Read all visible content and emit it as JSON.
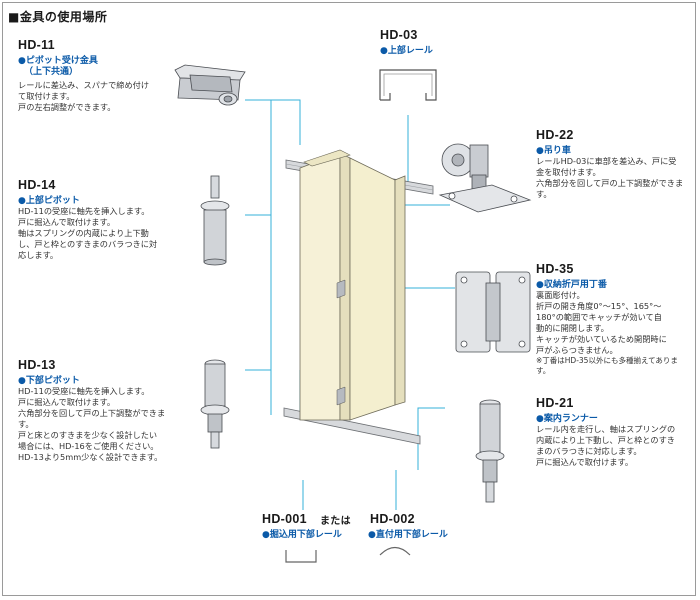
{
  "title": "■金具の使用場所",
  "colors": {
    "accent": "#0b5aa8",
    "callout": "#35b1d9",
    "panel": "#f4efcf",
    "metal": "#c8ccd2"
  },
  "parts": {
    "hd11": {
      "code": "HD-11",
      "name": "●ピボット受け金具",
      "name2": "（上下共通）",
      "desc": [
        "レールに差込み、スパナで締め付け",
        "て取付けます。",
        "戸の左右調整ができます。"
      ]
    },
    "hd03": {
      "code": "HD-03",
      "name": "●上部レール"
    },
    "hd22": {
      "code": "HD-22",
      "name": "●吊り車",
      "desc": [
        "レールHD-03に車部を差込み、戸に受",
        "金を取付けます。",
        "六角部分を回して戸の上下調整ができま",
        "す。"
      ]
    },
    "hd14": {
      "code": "HD-14",
      "name": "●上部ピボット",
      "desc": [
        "HD-11の受座に軸先を挿入します。",
        "戸に掘込んで取付けます。",
        "軸はスプリングの内蔵により上下動",
        "し、戸と枠とのすきまのバラつきに対",
        "応します。"
      ]
    },
    "hd35": {
      "code": "HD-35",
      "name": "●収納折戸用丁番",
      "desc": [
        "裏面彫付け。",
        "折戸の開き角度0°～15°、165°～",
        "180°の範囲でキャッチが効いて自",
        "動的に開閉します。",
        "キャッチが効いているため開閉時に",
        "戸がふらつきません。"
      ],
      "note": "※丁番はHD-35以外にも多種揃えてあります。"
    },
    "hd13": {
      "code": "HD-13",
      "name": "●下部ピボット",
      "desc": [
        "HD-11の受座に軸先を挿入します。",
        "戸に掘込んで取付けます。",
        "六角部分を回して戸の上下調整ができま",
        "す。",
        "戸と床とのすきまを少なく設計したい",
        "場合には、HD-16をご使用ください。",
        "HD-13より5mm少なく設計できます。"
      ]
    },
    "hd21": {
      "code": "HD-21",
      "name": "●案内ランナー",
      "desc": [
        "レール内を走行し、軸はスプリングの",
        "内蔵により上下動し、戸と枠とのすき",
        "まのバラつきに対応します。",
        "戸に掘込んで取付けます。"
      ]
    },
    "hd001": {
      "code": "HD-001",
      "name": "●掘込用下部レール"
    },
    "or_text": "または",
    "hd002": {
      "code": "HD-002",
      "name": "●直付用下部レール"
    }
  }
}
